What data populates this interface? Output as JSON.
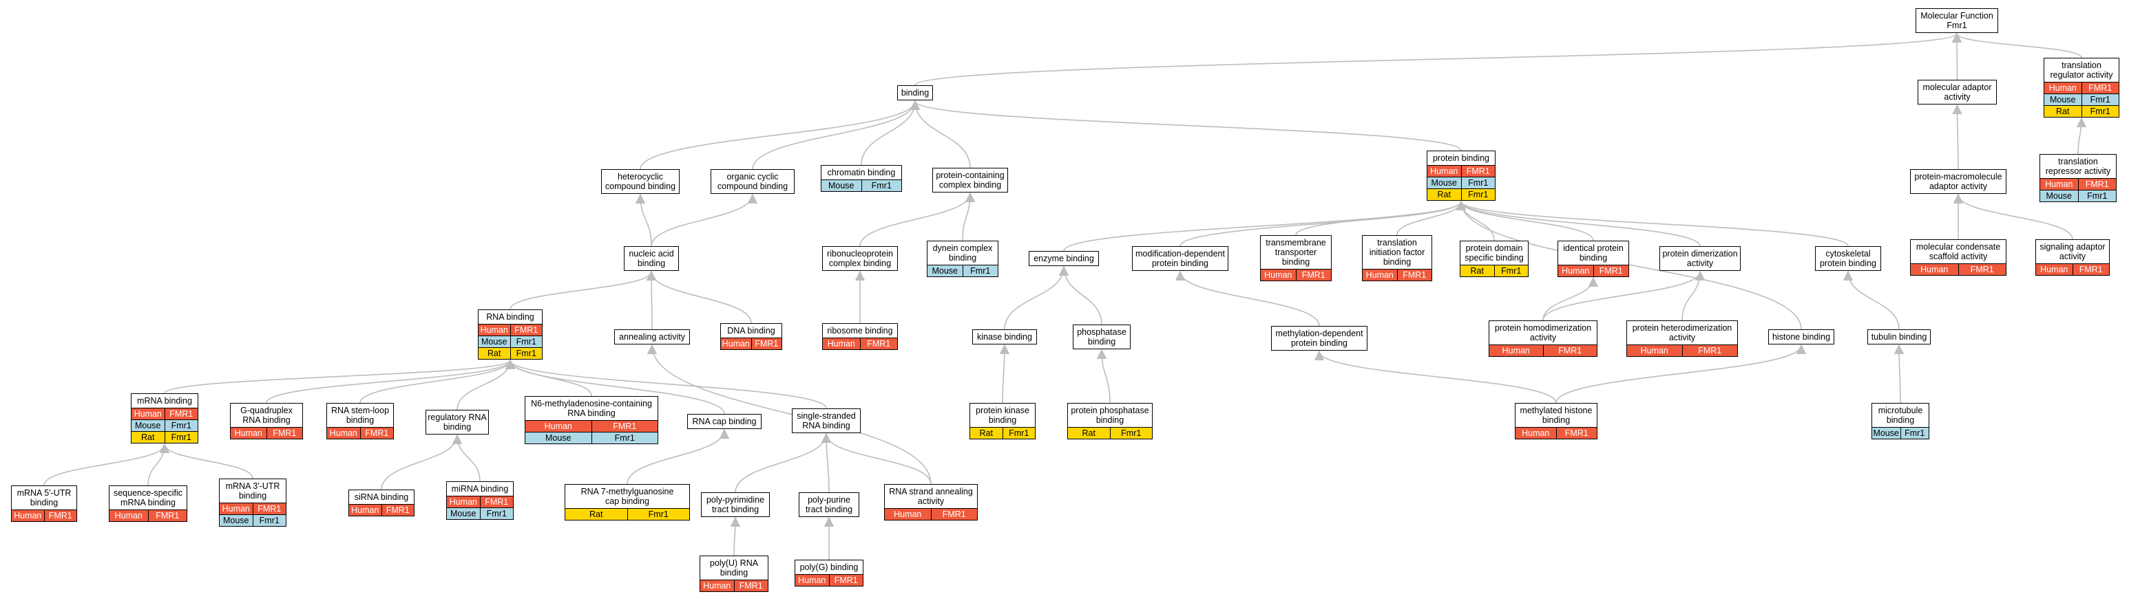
{
  "colors": {
    "Human": "#f05a3c",
    "Mouse": "#add8e6",
    "Rat": "#ffd700",
    "edge": "#bdbdbd"
  },
  "nodes": [
    {
      "id": "mf",
      "label": "Molecular Function\nFmr1",
      "rows": []
    },
    {
      "id": "binding",
      "label": "binding",
      "rows": []
    },
    {
      "id": "mol_adaptor",
      "label": "molecular adaptor\nactivity",
      "rows": []
    },
    {
      "id": "trans_reg",
      "label": "translation\nregulator activity",
      "rows": [
        [
          "Human",
          "FMR1"
        ],
        [
          "Mouse",
          "Fmr1"
        ],
        [
          "Rat",
          "Fmr1"
        ]
      ]
    },
    {
      "id": "trans_rep",
      "label": "translation\nrepressor activity",
      "rows": [
        [
          "Human",
          "FMR1"
        ],
        [
          "Mouse",
          "Fmr1"
        ]
      ]
    },
    {
      "id": "prot_mac",
      "label": "protein-macromolecule\nadaptor activity",
      "rows": []
    },
    {
      "id": "mol_cond",
      "label": "molecular condensate\nscaffold activity",
      "rows": [
        [
          "Human",
          "FMR1"
        ]
      ]
    },
    {
      "id": "sig_adapt",
      "label": "signaling adaptor\nactivity",
      "rows": [
        [
          "Human",
          "FMR1"
        ]
      ]
    },
    {
      "id": "protein_binding",
      "label": "protein binding",
      "rows": [
        [
          "Human",
          "FMR1"
        ],
        [
          "Mouse",
          "Fmr1"
        ],
        [
          "Rat",
          "Fmr1"
        ]
      ]
    },
    {
      "id": "heterocyclic",
      "label": "heterocyclic\ncompound binding",
      "rows": []
    },
    {
      "id": "organic_cyclic",
      "label": "organic cyclic\ncompound binding",
      "rows": []
    },
    {
      "id": "chromatin",
      "label": "chromatin binding",
      "rows": [
        [
          "Mouse",
          "Fmr1"
        ]
      ]
    },
    {
      "id": "protein_containing",
      "label": "protein-containing\ncomplex binding",
      "rows": []
    },
    {
      "id": "nucleic",
      "label": "nucleic acid\nbinding",
      "rows": []
    },
    {
      "id": "ribonucleo",
      "label": "ribonucleoprotein\ncomplex binding",
      "rows": []
    },
    {
      "id": "dynein",
      "label": "dynein complex\nbinding",
      "rows": [
        [
          "Mouse",
          "Fmr1"
        ]
      ]
    },
    {
      "id": "enzyme",
      "label": "enzyme binding",
      "rows": []
    },
    {
      "id": "mod_dep",
      "label": "modification-dependent\nprotein binding",
      "rows": []
    },
    {
      "id": "transmem",
      "label": "transmembrane\ntransporter\nbinding",
      "rows": [
        [
          "Human",
          "FMR1"
        ]
      ]
    },
    {
      "id": "transl_init",
      "label": "translation\ninitiation factor\nbinding",
      "rows": [
        [
          "Human",
          "FMR1"
        ]
      ]
    },
    {
      "id": "prot_domain",
      "label": "protein domain\nspecific binding",
      "rows": [
        [
          "Rat",
          "Fmr1"
        ]
      ]
    },
    {
      "id": "ident_prot",
      "label": "identical protein\nbinding",
      "rows": [
        [
          "Human",
          "FMR1"
        ]
      ]
    },
    {
      "id": "prot_dimer",
      "label": "protein dimerization\nactivity",
      "rows": []
    },
    {
      "id": "cytoskel",
      "label": "cytoskeletal\nprotein binding",
      "rows": []
    },
    {
      "id": "rna_binding",
      "label": "RNA binding",
      "rows": [
        [
          "Human",
          "FMR1"
        ],
        [
          "Mouse",
          "Fmr1"
        ],
        [
          "Rat",
          "Fmr1"
        ]
      ]
    },
    {
      "id": "annealing",
      "label": "annealing activity",
      "rows": []
    },
    {
      "id": "dna_binding",
      "label": "DNA binding",
      "rows": [
        [
          "Human",
          "FMR1"
        ]
      ]
    },
    {
      "id": "ribosome",
      "label": "ribosome binding",
      "rows": [
        [
          "Human",
          "FMR1"
        ]
      ]
    },
    {
      "id": "kinase",
      "label": "kinase binding",
      "rows": []
    },
    {
      "id": "phosphatase",
      "label": "phosphatase\nbinding",
      "rows": []
    },
    {
      "id": "methyl_dep",
      "label": "methylation-dependent\nprotein binding",
      "rows": []
    },
    {
      "id": "homodimer",
      "label": "protein homodimerization\nactivity",
      "rows": [
        [
          "Human",
          "FMR1"
        ]
      ]
    },
    {
      "id": "heterodimer",
      "label": "protein heterodimerization\nactivity",
      "rows": [
        [
          "Human",
          "FMR1"
        ]
      ]
    },
    {
      "id": "histone",
      "label": "histone binding",
      "rows": []
    },
    {
      "id": "tubulin",
      "label": "tubulin binding",
      "rows": []
    },
    {
      "id": "mrna_binding",
      "label": "mRNA binding",
      "rows": [
        [
          "Human",
          "FMR1"
        ],
        [
          "Mouse",
          "Fmr1"
        ],
        [
          "Rat",
          "Fmr1"
        ]
      ]
    },
    {
      "id": "g_quad",
      "label": "G-quadruplex\nRNA binding",
      "rows": [
        [
          "Human",
          "FMR1"
        ]
      ]
    },
    {
      "id": "rna_stem",
      "label": "RNA stem-loop\nbinding",
      "rows": [
        [
          "Human",
          "FMR1"
        ]
      ]
    },
    {
      "id": "reg_rna",
      "label": "regulatory RNA\nbinding",
      "rows": []
    },
    {
      "id": "n6",
      "label": "N6-methyladenosine-containing\nRNA binding",
      "rows": [
        [
          "Human",
          "FMR1"
        ],
        [
          "Mouse",
          "Fmr1"
        ]
      ]
    },
    {
      "id": "rna_cap",
      "label": "RNA cap binding",
      "rows": []
    },
    {
      "id": "ss_rna",
      "label": "single-stranded\nRNA binding",
      "rows": []
    },
    {
      "id": "prot_kinase",
      "label": "protein kinase\nbinding",
      "rows": [
        [
          "Rat",
          "Fmr1"
        ]
      ]
    },
    {
      "id": "prot_phos",
      "label": "protein phosphatase\nbinding",
      "rows": [
        [
          "Rat",
          "Fmr1"
        ]
      ]
    },
    {
      "id": "meth_histone",
      "label": "methylated histone\nbinding",
      "rows": [
        [
          "Human",
          "FMR1"
        ]
      ]
    },
    {
      "id": "microtubule",
      "label": "microtubule\nbinding",
      "rows": [
        [
          "Mouse",
          "Fmr1"
        ]
      ]
    },
    {
      "id": "mrna5",
      "label": "mRNA 5'-UTR\nbinding",
      "rows": [
        [
          "Human",
          "FMR1"
        ]
      ]
    },
    {
      "id": "seq_spec",
      "label": "sequence-specific\nmRNA binding",
      "rows": [
        [
          "Human",
          "FMR1"
        ]
      ]
    },
    {
      "id": "mrna3",
      "label": "mRNA 3'-UTR\nbinding",
      "rows": [
        [
          "Human",
          "FMR1"
        ],
        [
          "Mouse",
          "Fmr1"
        ]
      ]
    },
    {
      "id": "sirna",
      "label": "siRNA binding",
      "rows": [
        [
          "Human",
          "FMR1"
        ]
      ]
    },
    {
      "id": "mirna",
      "label": "miRNA binding",
      "rows": [
        [
          "Human",
          "FMR1"
        ],
        [
          "Mouse",
          "Fmr1"
        ]
      ]
    },
    {
      "id": "rna7",
      "label": "RNA 7-methylguanosine\ncap binding",
      "rows": [
        [
          "Rat",
          "Fmr1"
        ]
      ]
    },
    {
      "id": "polypyr",
      "label": "poly-pyrimidine\ntract binding",
      "rows": []
    },
    {
      "id": "polypur",
      "label": "poly-purine\ntract binding",
      "rows": []
    },
    {
      "id": "rna_strand",
      "label": "RNA strand annealing\nactivity",
      "rows": [
        [
          "Human",
          "FMR1"
        ]
      ]
    },
    {
      "id": "polyu",
      "label": "poly(U) RNA\nbinding",
      "rows": [
        [
          "Human",
          "FMR1"
        ]
      ]
    },
    {
      "id": "polyg",
      "label": "poly(G) binding",
      "rows": [
        [
          "Human",
          "FMR1"
        ]
      ]
    }
  ],
  "edges": [
    [
      "binding",
      "mf"
    ],
    [
      "mol_adaptor",
      "mf"
    ],
    [
      "trans_reg",
      "mf"
    ],
    [
      "trans_rep",
      "trans_reg"
    ],
    [
      "prot_mac",
      "mol_adaptor"
    ],
    [
      "mol_cond",
      "prot_mac"
    ],
    [
      "sig_adapt",
      "prot_mac"
    ],
    [
      "protein_binding",
      "binding"
    ],
    [
      "heterocyclic",
      "binding"
    ],
    [
      "organic_cyclic",
      "binding"
    ],
    [
      "chromatin",
      "binding"
    ],
    [
      "protein_containing",
      "binding"
    ],
    [
      "nucleic",
      "heterocyclic"
    ],
    [
      "nucleic",
      "organic_cyclic"
    ],
    [
      "ribonucleo",
      "protein_containing"
    ],
    [
      "dynein",
      "protein_containing"
    ],
    [
      "enzyme",
      "protein_binding"
    ],
    [
      "mod_dep",
      "protein_binding"
    ],
    [
      "transmem",
      "protein_binding"
    ],
    [
      "transl_init",
      "protein_binding"
    ],
    [
      "prot_domain",
      "protein_binding"
    ],
    [
      "ident_prot",
      "protein_binding"
    ],
    [
      "prot_dimer",
      "protein_binding"
    ],
    [
      "cytoskel",
      "protein_binding"
    ],
    [
      "histone",
      "protein_binding"
    ],
    [
      "rna_binding",
      "nucleic"
    ],
    [
      "annealing",
      "nucleic"
    ],
    [
      "dna_binding",
      "nucleic"
    ],
    [
      "ribosome",
      "ribonucleo"
    ],
    [
      "kinase",
      "enzyme"
    ],
    [
      "phosphatase",
      "enzyme"
    ],
    [
      "methyl_dep",
      "mod_dep"
    ],
    [
      "homodimer",
      "ident_prot"
    ],
    [
      "homodimer",
      "prot_dimer"
    ],
    [
      "heterodimer",
      "prot_dimer"
    ],
    [
      "tubulin",
      "cytoskel"
    ],
    [
      "mrna_binding",
      "rna_binding"
    ],
    [
      "g_quad",
      "rna_binding"
    ],
    [
      "rna_stem",
      "rna_binding"
    ],
    [
      "reg_rna",
      "rna_binding"
    ],
    [
      "n6",
      "rna_binding"
    ],
    [
      "rna_cap",
      "rna_binding"
    ],
    [
      "ss_rna",
      "rna_binding"
    ],
    [
      "prot_kinase",
      "kinase"
    ],
    [
      "prot_phos",
      "phosphatase"
    ],
    [
      "meth_histone",
      "methyl_dep"
    ],
    [
      "meth_histone",
      "histone"
    ],
    [
      "microtubule",
      "tubulin"
    ],
    [
      "mrna5",
      "mrna_binding"
    ],
    [
      "seq_spec",
      "mrna_binding"
    ],
    [
      "mrna3",
      "mrna_binding"
    ],
    [
      "sirna",
      "reg_rna"
    ],
    [
      "mirna",
      "reg_rna"
    ],
    [
      "rna7",
      "rna_cap"
    ],
    [
      "polypyr",
      "ss_rna"
    ],
    [
      "polypur",
      "ss_rna"
    ],
    [
      "rna_strand",
      "ss_rna"
    ],
    [
      "rna_strand",
      "annealing"
    ],
    [
      "polyu",
      "polypyr"
    ],
    [
      "polyg",
      "polypur"
    ]
  ]
}
